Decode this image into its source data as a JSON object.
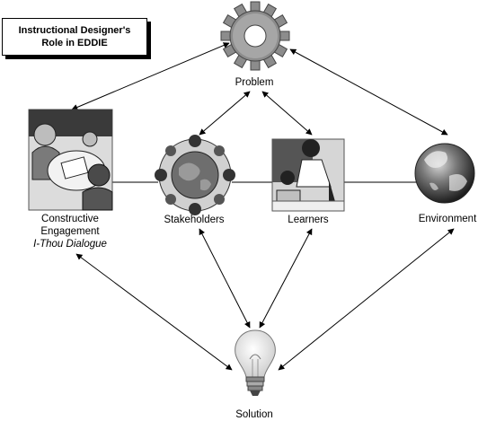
{
  "title": {
    "line1": "Instructional Designer's",
    "line2": "Role in EDDIE"
  },
  "nodes": {
    "problem": {
      "label": "Problem",
      "icon": "gear-icon"
    },
    "constructive": {
      "line1": "Constructive",
      "line2": "Engagement",
      "line3": "I-Thou Dialogue",
      "icon": "meeting-people-icon"
    },
    "stakeholders": {
      "label": "Stakeholders",
      "icon": "people-around-globe-icon"
    },
    "learners": {
      "label": "Learners",
      "icon": "teacher-student-icon"
    },
    "environment": {
      "label": "Environment",
      "icon": "earth-icon"
    },
    "solution": {
      "label": "Solution",
      "icon": "lightbulb-icon"
    }
  },
  "colors": {
    "line": "#000000",
    "gear": "#8c8c8c",
    "earth": "#5a5a5a"
  }
}
